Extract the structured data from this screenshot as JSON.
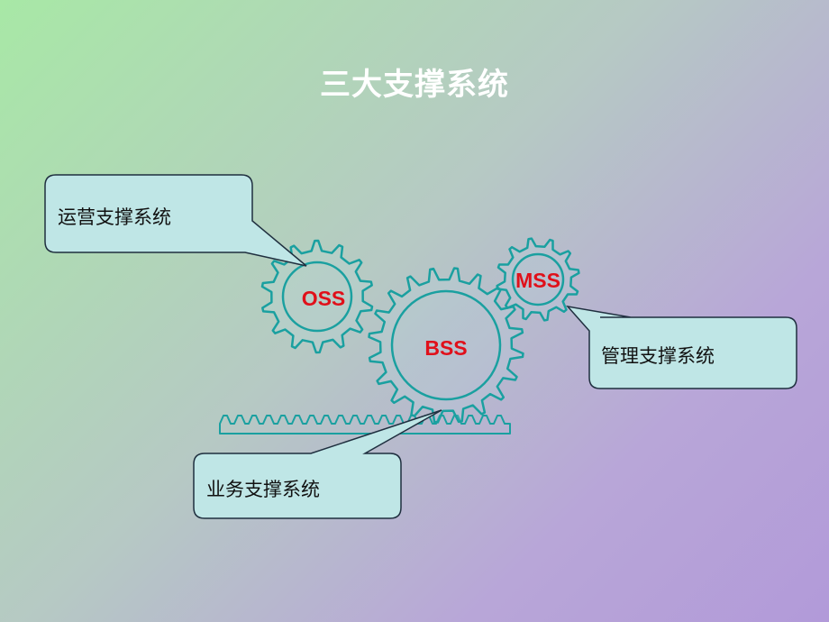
{
  "slide": {
    "title": "三大支撑系统"
  },
  "gears": {
    "oss": {
      "label": "OSS"
    },
    "bss": {
      "label": "BSS"
    },
    "mss": {
      "label": "MSS"
    }
  },
  "callouts": {
    "operations": "运营支撑系统",
    "management": "管理支撑系统",
    "business": "业务支撑系统"
  },
  "colors": {
    "gear_stroke": "#1aa0a0",
    "gear_fill": "#bfe7ec",
    "callout_fill": "#bfe6e6",
    "label_red": "#e0101a"
  }
}
